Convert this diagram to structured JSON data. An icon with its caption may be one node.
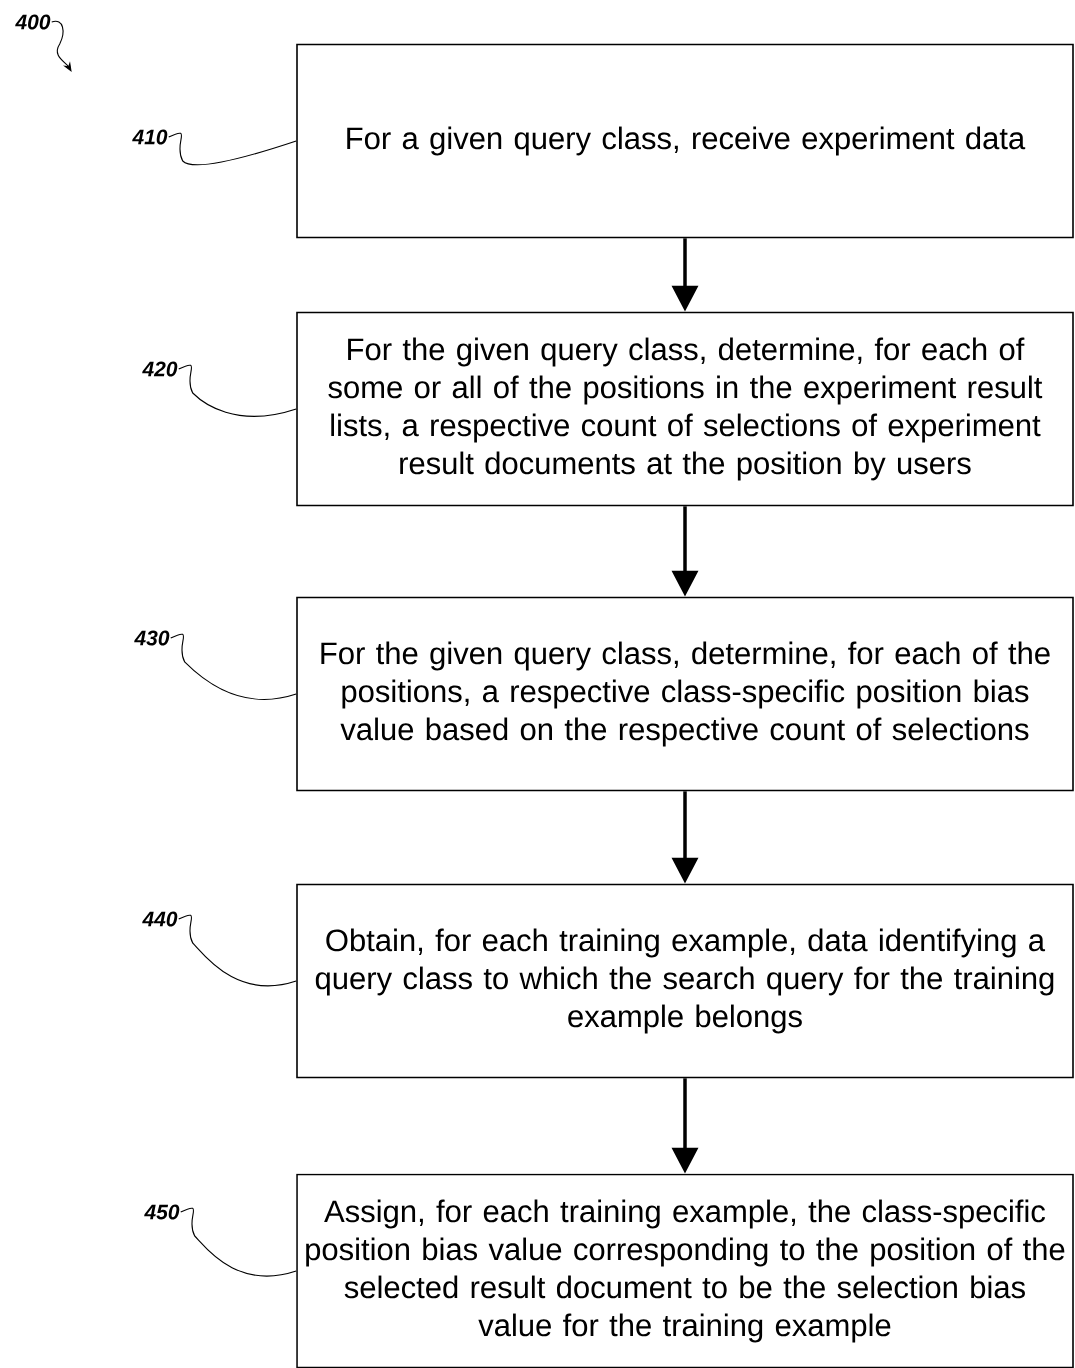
{
  "diagram": {
    "nodes": [
      {
        "text": [
          "400"
        ]
      },
      {
        "text": [
          "For a given query class, receive experiment data"
        ]
      },
      {
        "text": [
          "For the given query class, determine, for each of some or all of the positions in the experiment result lists, a respective count of selections of experiment result documents at the position by users"
        ]
      },
      {
        "text": [
          "For the given query class, determine, for each of the positions, a respective class-specific position bias value based on the respective count of selections"
        ]
      },
      {
        "text": [
          "Obtain, for each training example, data identifying a query class to which the search query for the training example belongs"
        ]
      },
      {
        "text": [
          "Assign, for each training example, the class-specific position bias value corresponding to the position of the selected result document to be the selection bias value for the training example"
        ]
      },
      {
        "text": [
          "410"
        ]
      },
      {
        "text": [
          "420"
        ]
      },
      {
        "text": [
          "430"
        ]
      },
      {
        "text": [
          "440"
        ]
      },
      {
        "text": [
          "450"
        ]
      }
    ],
    "edges": [
      {
        "from": 1,
        "to": 2,
        "arrow": "to",
        "style": "thick"
      },
      {
        "from": 2,
        "to": 3,
        "arrow": "to",
        "style": "thick"
      },
      {
        "from": 3,
        "to": 4,
        "arrow": "to",
        "style": "thick"
      },
      {
        "from": 4,
        "to": 5,
        "arrow": "to",
        "style": "thick"
      },
      {
        "from": 6,
        "to": 1,
        "arrow": "none"
      },
      {
        "from": 7,
        "to": 2,
        "arrow": "none"
      },
      {
        "from": 8,
        "to": 3,
        "arrow": "none"
      },
      {
        "from": 9,
        "to": 4,
        "arrow": "none"
      },
      {
        "from": 10,
        "to": 5,
        "arrow": "none"
      },
      {
        "from": 0,
        "to": null,
        "arrow": "to"
      }
    ]
  }
}
